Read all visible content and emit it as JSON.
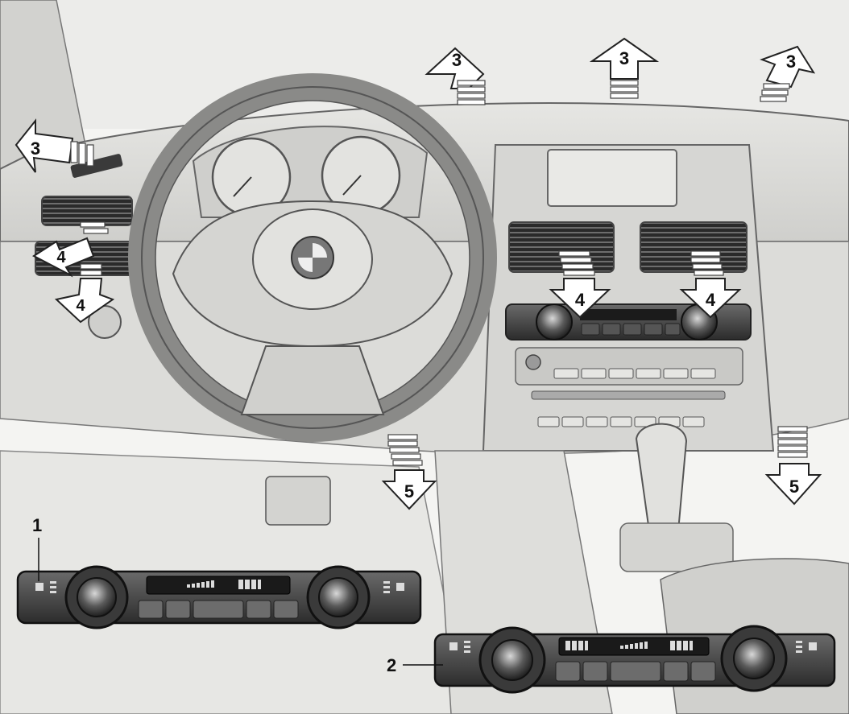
{
  "callouts": {
    "panel_1": "1",
    "panel_2": "2"
  },
  "arrows": {
    "windshield": "3",
    "dash_vents": "4",
    "footwell": "5"
  },
  "colors": {
    "background": "#f4f4f2",
    "dash": "#d9d9d6",
    "line": "#555555",
    "panel": "#3a3a3a",
    "arrow_fill": "#ffffff"
  }
}
